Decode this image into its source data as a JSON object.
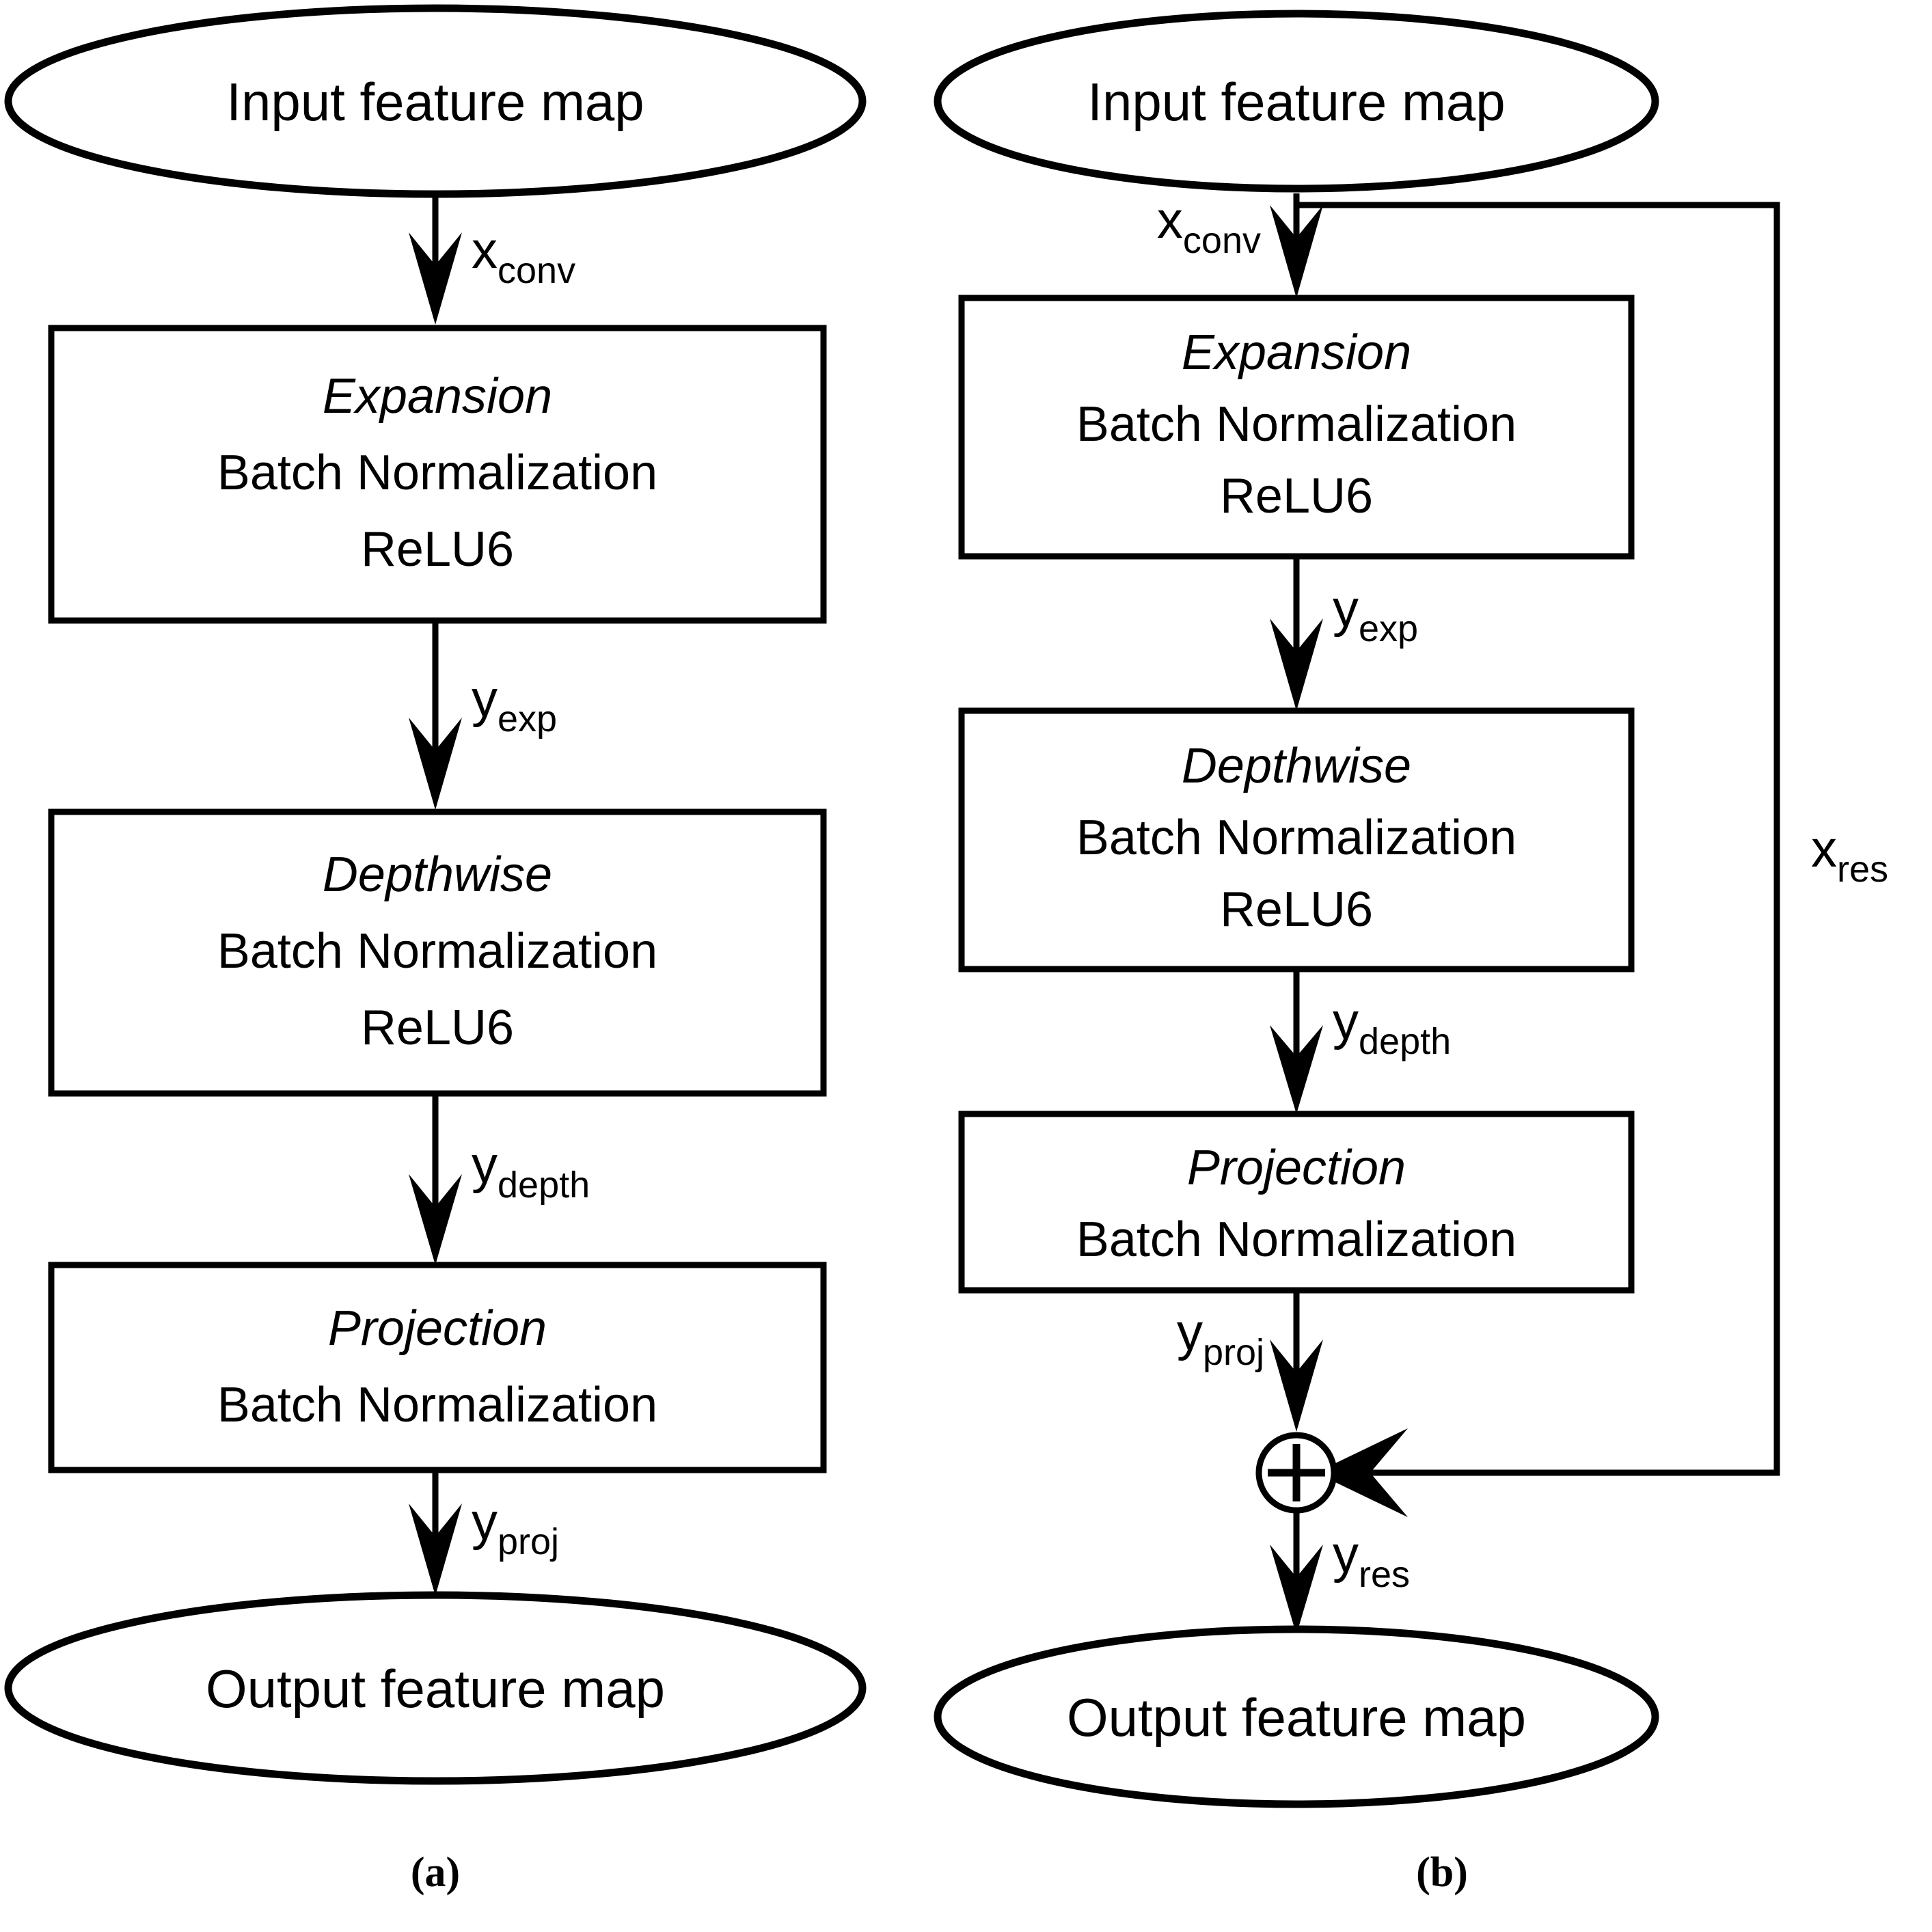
{
  "figure": {
    "type": "diagram",
    "description": "Two flowchart variants of an inverted residual bottleneck block"
  },
  "panels": [
    {
      "id": "a",
      "caption": "(a)",
      "input_node": {
        "label": "Input feature map",
        "shape": "ellipse"
      },
      "output_node": {
        "label": "Output feature map",
        "shape": "ellipse"
      },
      "blocks": [
        {
          "id": "expansion",
          "title": "Expansion",
          "lines": [
            "Batch Normalization",
            "ReLU6"
          ]
        },
        {
          "id": "depthwise",
          "title": "Depthwise",
          "lines": [
            "Batch Normalization",
            "ReLU6"
          ]
        },
        {
          "id": "projection",
          "title": "Projection",
          "lines": [
            "Batch Normalization"
          ]
        }
      ],
      "edges": [
        {
          "id": "x-conv",
          "base": "x",
          "sub": "conv"
        },
        {
          "id": "y-exp",
          "base": "y",
          "sub": "exp"
        },
        {
          "id": "y-depth",
          "base": "y",
          "sub": "depth"
        },
        {
          "id": "y-proj",
          "base": "y",
          "sub": "proj"
        }
      ]
    },
    {
      "id": "b",
      "caption": "(b)",
      "input_node": {
        "label": "Input feature map",
        "shape": "ellipse"
      },
      "output_node": {
        "label": "Output feature map",
        "shape": "ellipse"
      },
      "blocks": [
        {
          "id": "expansion",
          "title": "Expansion",
          "lines": [
            "Batch Normalization",
            "ReLU6"
          ]
        },
        {
          "id": "depthwise",
          "title": "Depthwise",
          "lines": [
            "Batch Normalization",
            "ReLU6"
          ]
        },
        {
          "id": "projection",
          "title": "Projection",
          "lines": [
            "Batch Normalization"
          ]
        }
      ],
      "sum_node": {
        "symbol": "+",
        "shape": "circle"
      },
      "edges": [
        {
          "id": "x-conv",
          "base": "x",
          "sub": "conv"
        },
        {
          "id": "y-exp",
          "base": "y",
          "sub": "exp"
        },
        {
          "id": "y-depth",
          "base": "y",
          "sub": "depth"
        },
        {
          "id": "y-proj",
          "base": "y",
          "sub": "proj"
        },
        {
          "id": "x-res",
          "base": "x",
          "sub": "res"
        },
        {
          "id": "y-res",
          "base": "y",
          "sub": "res"
        }
      ]
    }
  ],
  "colors": {
    "stroke": "#000000",
    "fill": "#ffffff",
    "background": "#ffffff"
  }
}
